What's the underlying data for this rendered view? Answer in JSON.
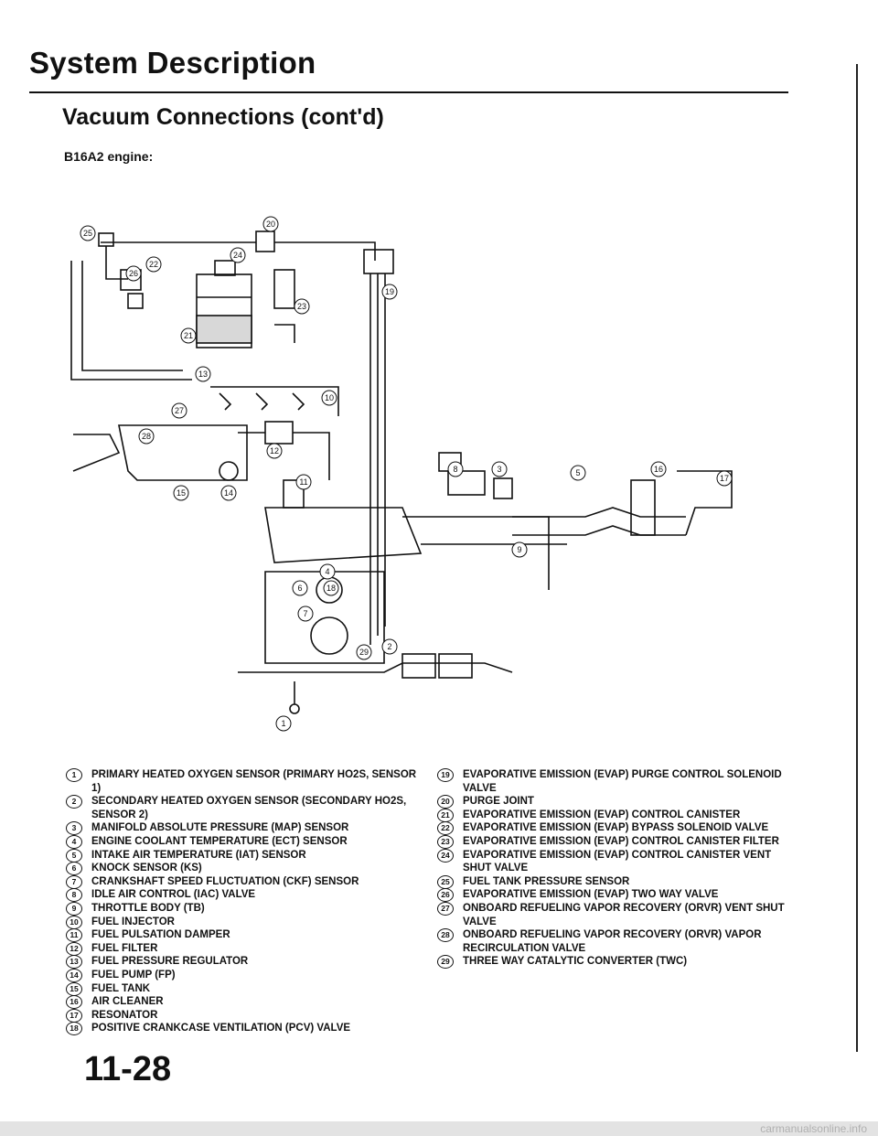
{
  "page": {
    "title": "System Description",
    "section": "Vacuum Connections (cont'd)",
    "engine": "B16A2 engine:",
    "page_number": "11-28",
    "watermark": "carmanualsonline.info"
  },
  "colors": {
    "ink": "#111111",
    "paper": "#ffffff"
  },
  "legend_left": [
    {
      "num": "1",
      "label": "PRIMARY HEATED OXYGEN SENSOR (PRIMARY HO2S, SENSOR 1)"
    },
    {
      "num": "2",
      "label": "SECONDARY HEATED OXYGEN SENSOR (SECONDARY HO2S, SENSOR 2)"
    },
    {
      "num": "3",
      "label": "MANIFOLD ABSOLUTE PRESSURE (MAP) SENSOR"
    },
    {
      "num": "4",
      "label": "ENGINE COOLANT TEMPERATURE (ECT) SENSOR"
    },
    {
      "num": "5",
      "label": "INTAKE AIR TEMPERATURE (IAT) SENSOR"
    },
    {
      "num": "6",
      "label": "KNOCK SENSOR (KS)"
    },
    {
      "num": "7",
      "label": "CRANKSHAFT SPEED FLUCTUATION (CKF) SENSOR"
    },
    {
      "num": "8",
      "label": "IDLE AIR CONTROL (IAC) VALVE"
    },
    {
      "num": "9",
      "label": "THROTTLE BODY (TB)"
    },
    {
      "num": "10",
      "label": "FUEL INJECTOR"
    },
    {
      "num": "11",
      "label": "FUEL PULSATION DAMPER"
    },
    {
      "num": "12",
      "label": "FUEL FILTER"
    },
    {
      "num": "13",
      "label": "FUEL PRESSURE REGULATOR"
    },
    {
      "num": "14",
      "label": "FUEL PUMP (FP)"
    },
    {
      "num": "15",
      "label": "FUEL TANK"
    },
    {
      "num": "16",
      "label": "AIR CLEANER"
    },
    {
      "num": "17",
      "label": "RESONATOR"
    },
    {
      "num": "18",
      "label": "POSITIVE CRANKCASE VENTILATION (PCV) VALVE"
    }
  ],
  "legend_right": [
    {
      "num": "19",
      "label": "EVAPORATIVE EMISSION (EVAP) PURGE CONTROL SOLENOID VALVE"
    },
    {
      "num": "20",
      "label": "PURGE JOINT"
    },
    {
      "num": "21",
      "label": "EVAPORATIVE EMISSION (EVAP) CONTROL CANISTER"
    },
    {
      "num": "22",
      "label": "EVAPORATIVE EMISSION (EVAP) BYPASS SOLENOID VALVE"
    },
    {
      "num": "23",
      "label": "EVAPORATIVE EMISSION (EVAP) CONTROL CANISTER FILTER"
    },
    {
      "num": "24",
      "label": "EVAPORATIVE EMISSION (EVAP) CONTROL CANISTER VENT SHUT VALVE"
    },
    {
      "num": "25",
      "label": "FUEL TANK PRESSURE SENSOR"
    },
    {
      "num": "26",
      "label": "EVAPORATIVE EMISSION (EVAP) TWO WAY VALVE"
    },
    {
      "num": "27",
      "label": "ONBOARD REFUELING VAPOR RECOVERY (ORVR) VENT SHUT VALVE"
    },
    {
      "num": "28",
      "label": "ONBOARD REFUELING VAPOR RECOVERY (ORVR) VAPOR RECIRCULATION VALVE"
    },
    {
      "num": "29",
      "label": "THREE WAY CATALYTIC CONVERTER (TWC)"
    }
  ],
  "callouts": [
    "1",
    "2",
    "3",
    "4",
    "5",
    "6",
    "7",
    "8",
    "9",
    "10",
    "11",
    "12",
    "13",
    "14",
    "15",
    "16",
    "17",
    "18",
    "19",
    "20",
    "21",
    "22",
    "23",
    "24",
    "25",
    "26",
    "27",
    "28",
    "29"
  ]
}
